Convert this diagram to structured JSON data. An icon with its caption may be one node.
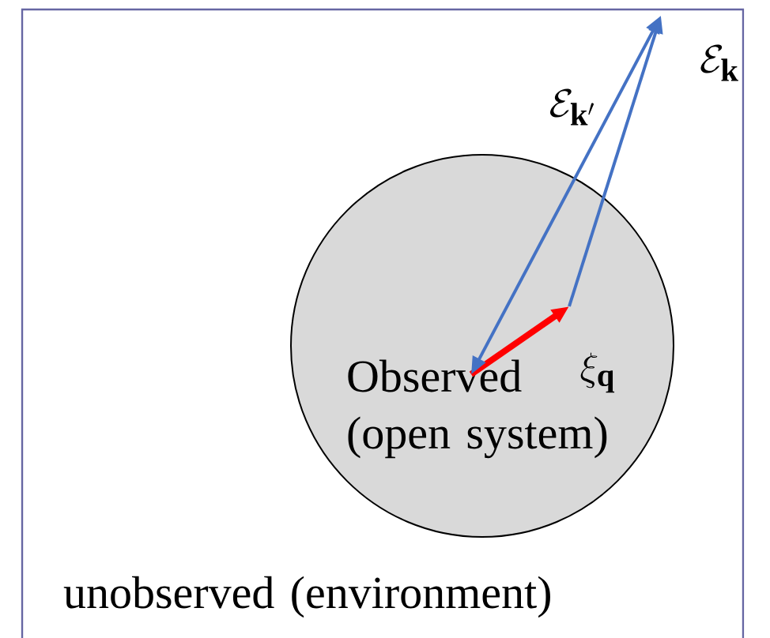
{
  "diagram": {
    "nodes": [
      {
        "text": [
          "unobserved (environment)"
        ]
      },
      {
        "text": [
          "Observed (open system)"
        ],
        "in": 0
      }
    ],
    "labels": [
      "\\xi_{\\mathbf{q}}",
      "\\mathcal{E}_{\\mathbf{k}}",
      "\\mathcal{E}_{\\mathbf{k'}}"
    ]
  }
}
